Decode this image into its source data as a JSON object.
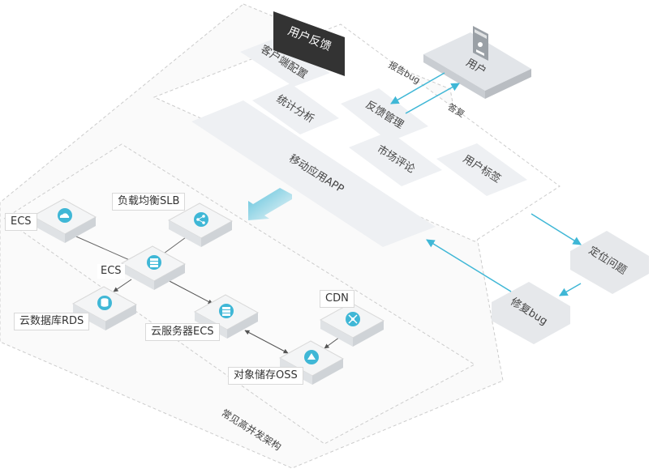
{
  "colors": {
    "accent": "#3fb7d6",
    "dark_tag": "#333333",
    "panel": "#eef0f3",
    "dashed": "#cccccc"
  },
  "top_panel": {
    "title": "用户反馈",
    "tiles": {
      "client_config": "客户端配置",
      "stats_analysis": "统计分析",
      "feedback_manage": "反馈管理",
      "market_comment": "市场评论",
      "user_tag": "用户标签",
      "mobile_app": "移动应用APP"
    }
  },
  "user_box": {
    "label": "用户",
    "icon": "user-document-icon"
  },
  "flow": {
    "report_bug": "报告bug",
    "reply": "答复",
    "locate_issue": "定位问题",
    "fix_bug": "修复bug"
  },
  "architecture": {
    "caption": "常见高并发架构",
    "nodes": {
      "ecs_top": "ECS",
      "slb": "负载均衡SLB",
      "ecs_center": "ECS",
      "rds": "云数据库RDS",
      "ecs_server": "云服务器ECS",
      "cdn": "CDN",
      "oss": "对象储存OSS"
    },
    "icons": {
      "ecs_top": "cloud-icon",
      "slb": "share-nodes-icon",
      "ecs_center": "server-icon",
      "rds": "database-icon",
      "ecs_server": "server-icon",
      "cdn": "network-icon",
      "oss": "storage-icon"
    }
  }
}
